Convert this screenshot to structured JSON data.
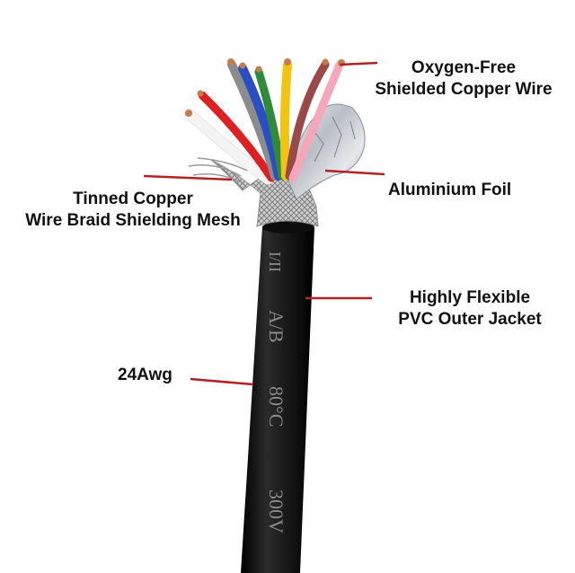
{
  "labels": {
    "oxygen_free": [
      "Oxygen-Free",
      "Shielded Copper Wire"
    ],
    "aluminium_foil": "Aluminium Foil",
    "braid": [
      "Tinned Copper",
      "Wire Braid Shielding Mesh"
    ],
    "jacket": [
      "Highly Flexible",
      "PVC Outer Jacket"
    ],
    "gauge": "24Awg"
  },
  "jacket_print": [
    "I/II",
    "A/B",
    "80°C",
    "300V"
  ],
  "colors": {
    "leader_line": "#b22222",
    "jacket": "#1a1a1a",
    "jacket_print": "#8a8a8a",
    "foil": "#c8ccd2",
    "braid": "#a9a9a9",
    "copper": "#c97a4a"
  },
  "wire_colors": [
    "#f4f4f4",
    "#e02020",
    "#8c8c8c",
    "#2a4fc4",
    "#2e8b3a",
    "#f2c40f",
    "#9a4848",
    "#f4a7b9"
  ]
}
